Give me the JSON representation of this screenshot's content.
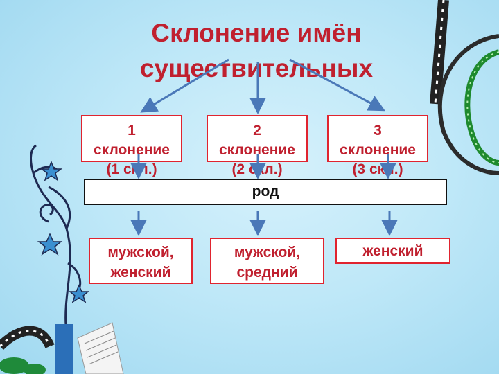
{
  "title": "Склонение имён существительных",
  "declensions": [
    {
      "line1": "1",
      "line2": "склонение",
      "line3": "(1 скл.)"
    },
    {
      "line1": "2",
      "line2": "склонение",
      "line3": "(2 скл.)"
    },
    {
      "line1": "3",
      "line2": "склонение",
      "line3": "(3 скл.)"
    }
  ],
  "category": "род",
  "genders": [
    {
      "line1": "мужской,",
      "line2": "женский"
    },
    {
      "line1": "мужской,",
      "line2": "средний"
    },
    {
      "line1": "женский"
    }
  ],
  "colors": {
    "title": "#c0202f",
    "box_border": "#e0242f",
    "arrow": "#4a78b8",
    "background": "#bfe8f8"
  }
}
